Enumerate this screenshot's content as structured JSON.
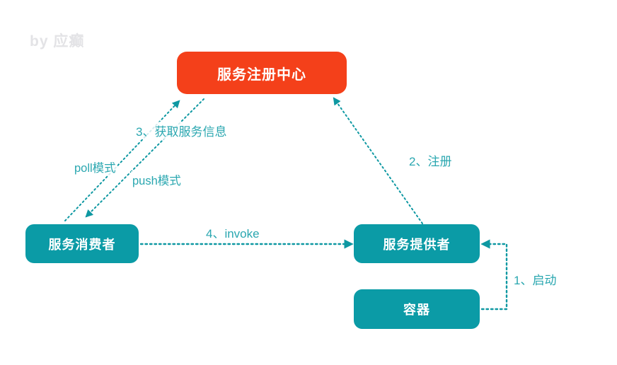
{
  "diagram": {
    "title_watermark": "by 应癫",
    "background_color": "#ffffff",
    "accent_red": "#F4401A",
    "accent_teal": "#0B9BA6",
    "label_color": "#2AA7B0",
    "nodes": [
      {
        "id": "registry",
        "label": "服务注册中心",
        "color": "#F4401A"
      },
      {
        "id": "consumer",
        "label": "服务消费者",
        "color": "#0B9BA6"
      },
      {
        "id": "provider",
        "label": "服务提供者",
        "color": "#0B9BA6"
      },
      {
        "id": "container",
        "label": "容器",
        "color": "#0B9BA6"
      }
    ],
    "edges": [
      {
        "id": "fetch",
        "label": "3、获取服务信息",
        "from": "consumer",
        "to": "registry",
        "style": "dotted"
      },
      {
        "id": "poll",
        "label": "poll模式",
        "from": "consumer",
        "to": "registry",
        "style": "dotted"
      },
      {
        "id": "push",
        "label": "push模式",
        "from": "registry",
        "to": "consumer",
        "style": "dotted"
      },
      {
        "id": "register",
        "label": "2、注册",
        "from": "provider",
        "to": "registry",
        "style": "dotted"
      },
      {
        "id": "invoke",
        "label": "4、invoke",
        "from": "consumer",
        "to": "provider",
        "style": "dotted"
      },
      {
        "id": "start",
        "label": "1、启动",
        "from": "container",
        "to": "provider",
        "style": "dotted"
      }
    ]
  }
}
